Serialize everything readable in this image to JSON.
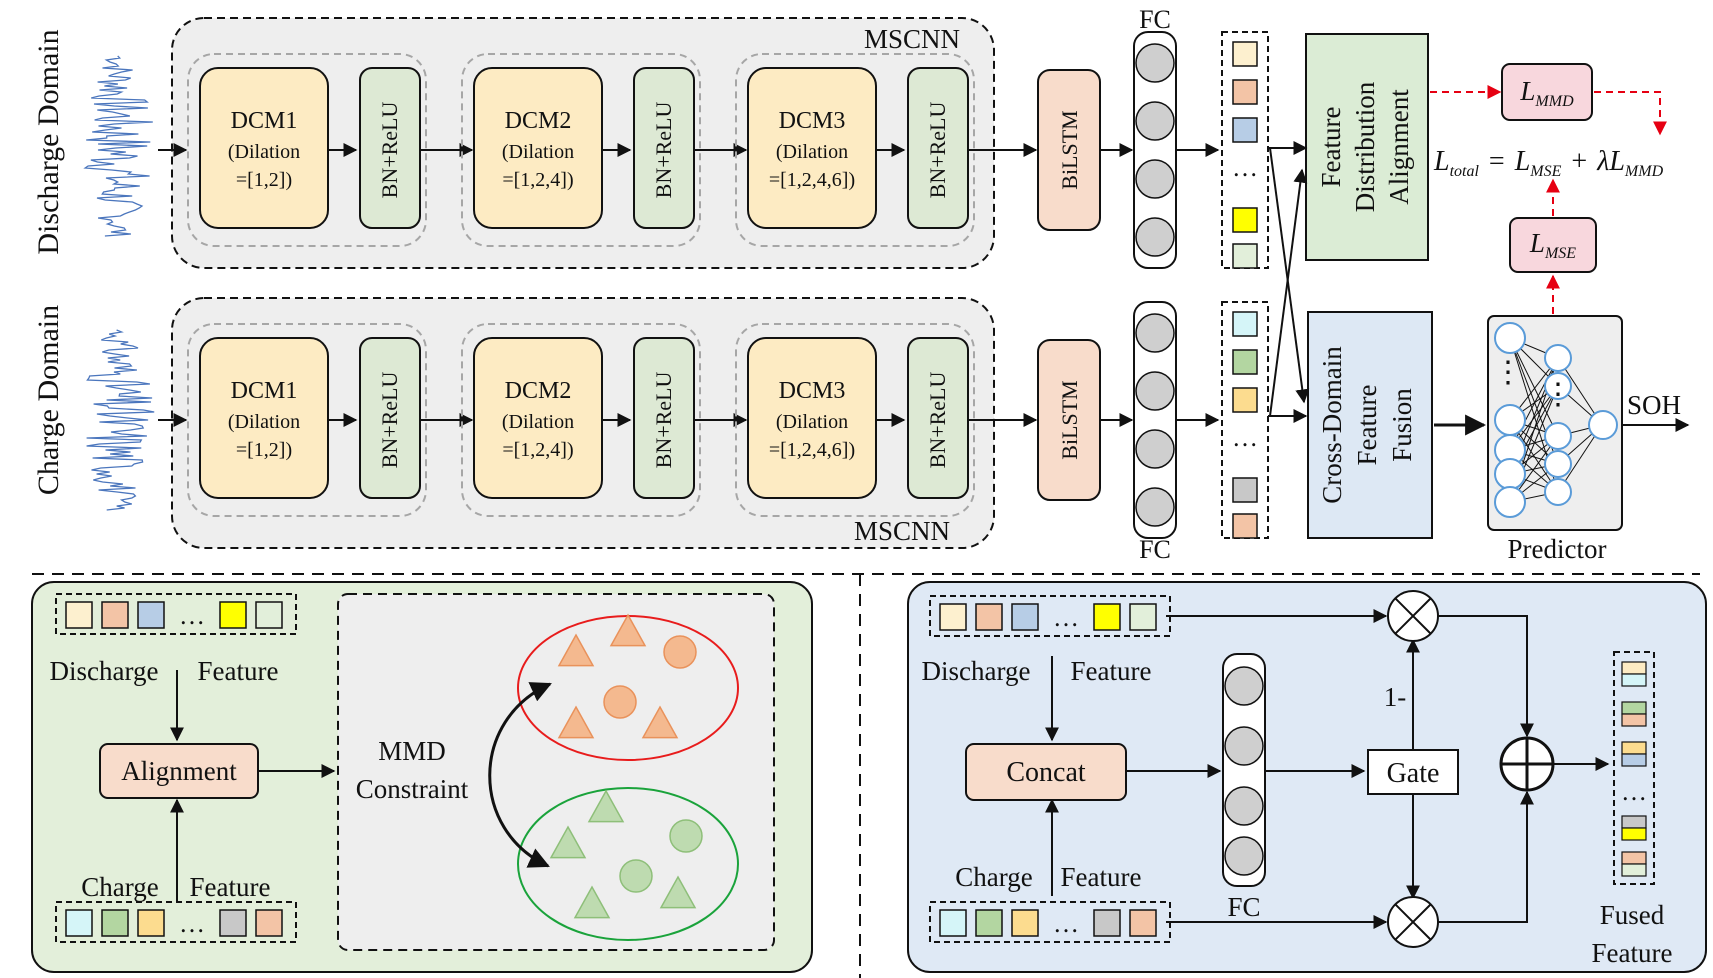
{
  "top": {
    "domains": [
      "Discharge Domain",
      "Charge Domain"
    ],
    "mscnn_label": "MSCNN",
    "blocks": [
      {
        "name": "DCM1",
        "param1": "(Dilation",
        "param2": "=[1,2])"
      },
      {
        "name": "DCM2",
        "param1": "(Dilation",
        "param2": "=[1,2,4])"
      },
      {
        "name": "DCM3",
        "param1": "(Dilation",
        "param2": "=[1,2,4,6])"
      }
    ],
    "bn_label": "BN+ReLU",
    "bilstm_label": "BiLSTM",
    "fc_label": "FC",
    "dots": "…",
    "alignment_box": [
      "Feature",
      "Distribution",
      "Alignment"
    ],
    "fusion_box": [
      "Cross-Domain",
      "Feature",
      "Fusion"
    ],
    "predictor_label": "Predictor",
    "soh_label": "SOH",
    "predictor_dots": "⋮",
    "loss": {
      "mmd_base": "L",
      "mmd_sub": "MMD",
      "mse_base": "L",
      "mse_sub": "MSE",
      "total_base": "L",
      "total_sub": "total",
      "eq": "=",
      "plus": "+",
      "lambda": "λ"
    },
    "discharge_feature_colors": [
      "#fdf0cf",
      "#f3c4a6",
      "#b7cde6",
      "#ffff00",
      "#e2efda"
    ],
    "charge_feature_colors": [
      "#d5f5f8",
      "#b3d6a1",
      "#fcdc8f",
      "#c8c8c8",
      "#f3c4a6"
    ]
  },
  "bottom_left": {
    "discharge": "Discharge",
    "feature": "Feature",
    "charge": "Charge",
    "alignment": "Alignment",
    "mmd_line1": "MMD",
    "mmd_line2": "Constraint",
    "discharge_colors": [
      "#fdf0cf",
      "#f3c4a6",
      "#b7cde6",
      "#ffff00",
      "#e2efda"
    ],
    "charge_colors": [
      "#d5f5f8",
      "#b3d6a1",
      "#fcdc8f",
      "#c8c8c8",
      "#f3c4a6"
    ]
  },
  "bottom_right": {
    "discharge": "Discharge",
    "feature": "Feature",
    "charge": "Charge",
    "concat": "Concat",
    "fc": "FC",
    "gate": "Gate",
    "one_minus": "1-",
    "fused_line1": "Fused",
    "fused_line2": "Feature",
    "discharge_colors": [
      "#fdf0cf",
      "#f3c4a6",
      "#b7cde6",
      "#ffff00",
      "#e2efda"
    ],
    "charge_colors": [
      "#d5f5f8",
      "#b3d6a1",
      "#fcdc8f",
      "#c8c8c8",
      "#f3c4a6"
    ]
  },
  "colors": {
    "dcm": "#fdebc3",
    "bn": "#dde9d4",
    "bilstm": "#f8dccb",
    "fc_circle": "#cfcfcf",
    "mscnn_bg": "#eeeeee",
    "align_box": "#dbecd5",
    "fusion_box": "#dde8f4",
    "loss_box": "#f8d7dd",
    "loss_arrow": "#e60012",
    "wave": "#4b76bd",
    "panel_left": "#e3efda",
    "panel_right": "#dfe9f5",
    "orange_shape": "#f4b98f",
    "green_shape": "#bedbb0",
    "red_ellipse": "#e81c1c",
    "green_ellipse": "#1aa33b",
    "predictor_node": "#5a9bd8"
  }
}
